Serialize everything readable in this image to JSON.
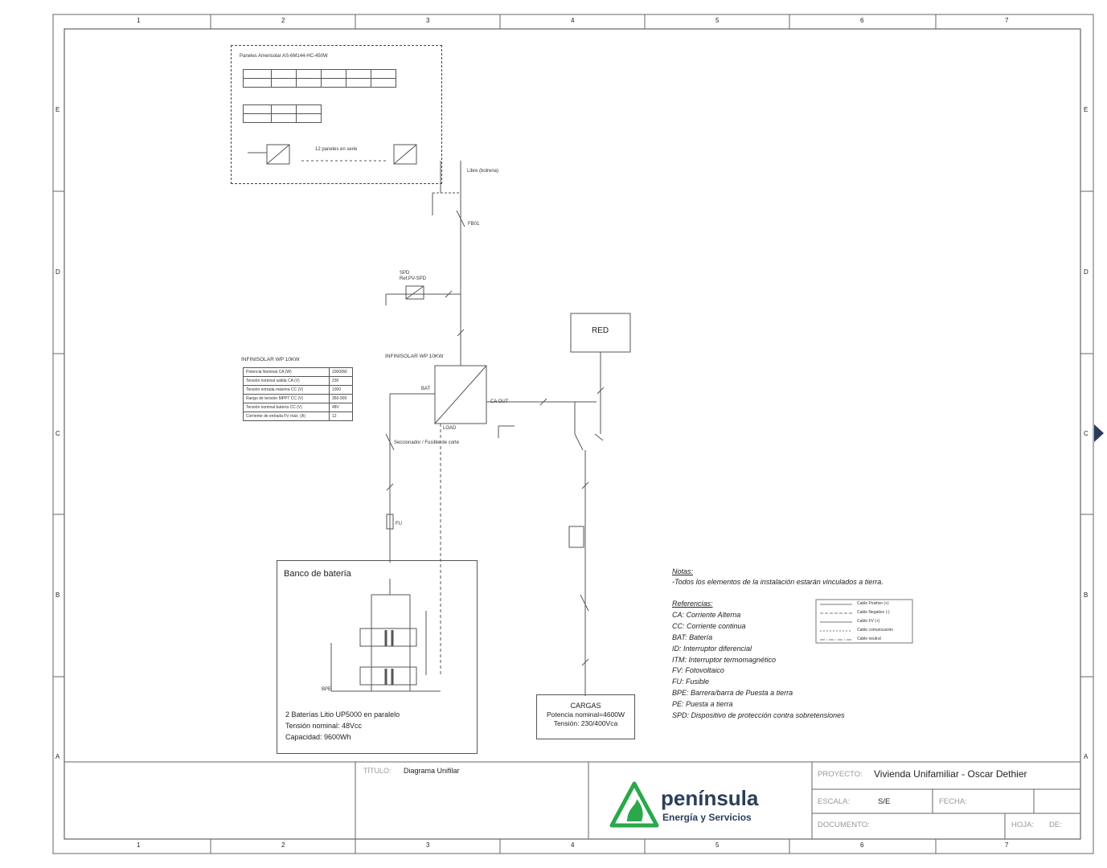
{
  "frame": {
    "columns": [
      "1",
      "2",
      "3",
      "4",
      "5",
      "6",
      "7"
    ],
    "rows": [
      "E",
      "D",
      "C",
      "B",
      "A"
    ]
  },
  "pv_block": {
    "title": "Paneles Amerisolar AS-6M144-HC-450W",
    "cable_label": "Libre (bolrena)",
    "series_label": "12 paneles en serie"
  },
  "protections": {
    "fuse_pv": "FB01",
    "spd_pv": "SPD",
    "spd_pv_detail": "Ref.PV-SPD"
  },
  "inverter": {
    "label": "INFINISOLAR WP 10KW",
    "bat": "BAT",
    "ca_out": "CA OUT",
    "load": "LOAD"
  },
  "inverter_table": {
    "title": "INFINISOLAR WP 10KW",
    "rows": [
      [
        "Potencia Nominal CA (W)",
        "10000W"
      ],
      [
        "Tensión nominal salida CA (V)",
        "230"
      ],
      [
        "Tensión entrada máxima CC (V)",
        "1000"
      ],
      [
        "Rango de tensión MPPT CC (V)",
        "350-900"
      ],
      [
        "Tensión nominal batería CC (V)",
        "48V"
      ],
      [
        "Corriente de entrada FV máx. (A)",
        "12"
      ]
    ]
  },
  "red": {
    "label": "RED"
  },
  "battery": {
    "title": "Banco de batería",
    "lines": [
      "2 Baterías Litio UP5000 en paralelo",
      "Tensión nominal: 48Vcc",
      "Capacidad: 9600Wh"
    ],
    "bpe": "BPE",
    "seccionador": "Seccionador / Fusible de corte",
    "fu": "FU"
  },
  "loads": {
    "title": "CARGAS",
    "power": "Potencia nominal=4600W",
    "voltage": "Tensión: 230/400Vca"
  },
  "notes": {
    "heading": "Notas:",
    "text": "-Todos los elementos de la instalación estarán vinculados a tierra.",
    "refs_heading": "Referencias:",
    "refs": [
      "CA: Corriente Alterna",
      "CC: Corriente continua",
      "BAT: Batería",
      "ID: Interruptor diferencial",
      "ITM: Interruptor termomagnético",
      "FV: Fotovoltaico",
      "FU: Fusible",
      "BPE: Barrera/barra de Puesta a tierra",
      "PE: Puesta a tierra",
      "SPD: Dispositivo de protección contra sobretensiones"
    ]
  },
  "legend": [
    "Cable Positivo (+)",
    "Cable Negativo (-)",
    "Cable FV (+)",
    "Cable comunicación",
    "Cable neutral"
  ],
  "title_block": {
    "titulo_label": "TÍTULO:",
    "titulo_value": "Diagrama Unifilar",
    "proyecto_label": "PROYECTO:",
    "proyecto_value": "Vivienda Unifamiliar - Oscar Dethier",
    "escala_label": "ESCALA:",
    "escala_value": "S/E",
    "fecha_label": "FECHA:",
    "documento_label": "DOCUMENTO:",
    "hoja_label": "HOJA:",
    "hoja_value": "DE:"
  },
  "logo": {
    "name": "península",
    "tagline": "Energía y Servicios",
    "color": "#2aa84a"
  }
}
